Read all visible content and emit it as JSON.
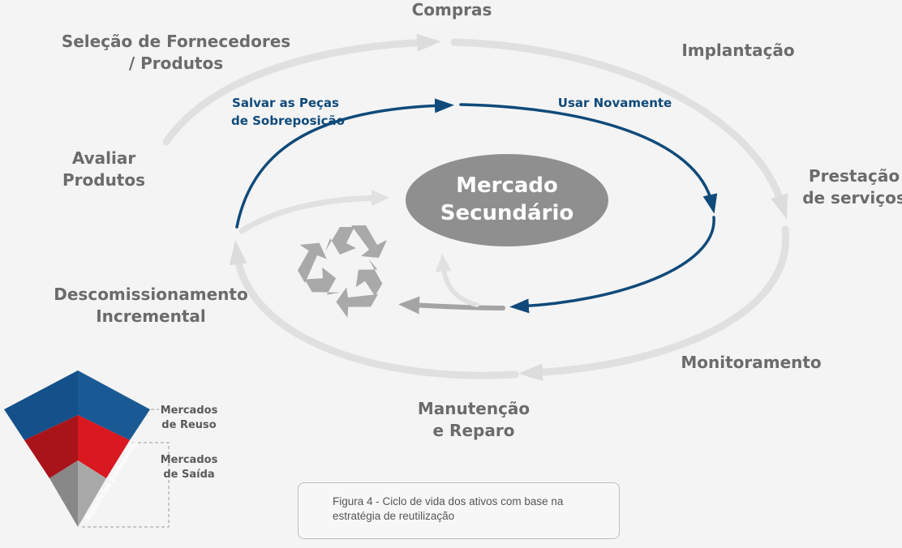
{
  "diagram": {
    "outer_stages": {
      "compras": "Compras",
      "selecao_line1": "Seleção de Fornecedores",
      "selecao_line2": "/ Produtos",
      "implantacao": "Implantação",
      "avaliar_line1": "Avaliar",
      "avaliar_line2": "Produtos",
      "prestacao_line1": "Prestação",
      "prestacao_line2": "de serviços",
      "descom_line1": "Descomissionamento",
      "descom_line2": "Incremental",
      "monitoramento": "Monitoramento",
      "manutencao_line1": "Manutenção",
      "manutencao_line2": "e Reparo"
    },
    "inner_labels": {
      "salvar_line1": "Salvar as Peças",
      "salvar_line2": "de Sobreposição",
      "usar": "Usar Novamente"
    },
    "center": {
      "line1": "Mercado",
      "line2": "Secundário"
    },
    "pyramid": {
      "reuso_line1": "Mercados",
      "reuso_line2": "de Reuso",
      "saida_line1": "Mercados",
      "saida_line2": "de Saída",
      "side_label": "Benefícios Financeiros"
    },
    "colors": {
      "outer_arrow": "#dcdcdc",
      "inner_arrow": "#0f4a7a",
      "center_fill": "#8f8f8f",
      "recycle": "#a9a9a9",
      "pyramid_blue": "#1a5a94",
      "pyramid_red": "#d9181f",
      "pyramid_gray": "#9a9a9a"
    }
  },
  "caption": {
    "line1": "Figura 4 - Ciclo de vida dos ativos com base na",
    "line2": "estratégia de reutilização"
  }
}
